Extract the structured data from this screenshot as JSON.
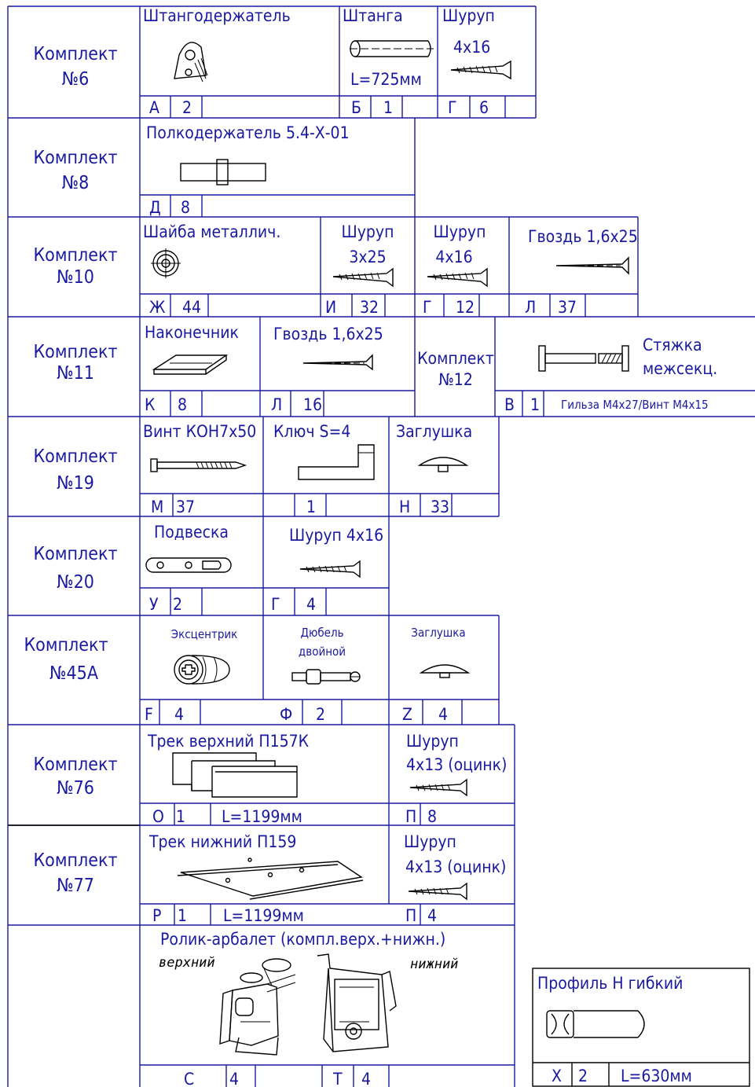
{
  "kits": [
    {
      "label": "Комплект",
      "num": "№6"
    },
    {
      "label": "Комплект",
      "num": "№8"
    },
    {
      "label": "Комплект",
      "num": "№10"
    },
    {
      "label": "Комплект",
      "num": "№11"
    },
    {
      "label": "Комплект",
      "num": "№12"
    },
    {
      "label": "Комплект",
      "num": "№19"
    },
    {
      "label": "Комплект",
      "num": "№20"
    },
    {
      "label": "Комплект",
      "num": "№45А"
    },
    {
      "label": "Комплект",
      "num": "№76"
    },
    {
      "label": "Комплект",
      "num": "№77"
    }
  ],
  "k6": {
    "holder": "Штангодержатель",
    "rod": "Штанга",
    "rod_len": "L=725мм",
    "screw": "Шуруп",
    "screw_size": "4х16",
    "a_code": "А",
    "a_qty": "2",
    "b_code": "Б",
    "b_qty": "1",
    "g_code": "Г",
    "g_qty": "6"
  },
  "k8": {
    "item": "Полкодержатель 5.4-Х-01",
    "d_code": "Д",
    "d_qty": "8"
  },
  "k10": {
    "washer": "Шайба металлич.",
    "screw1": "Шуруп",
    "screw1_size": "3х25",
    "screw2": "Шуруп",
    "screw2_size": "4х16",
    "nail": "Гвоздь 1,6х25",
    "zh_code": "Ж",
    "zh_qty": "44",
    "i_code": "И",
    "i_qty": "32",
    "g_code": "Г",
    "g_qty": "12",
    "l_code": "Л",
    "l_qty": "37"
  },
  "k11": {
    "tip": "Наконечник",
    "nail": "Гвоздь 1,6х25",
    "k_code": "К",
    "k_qty": "8",
    "l_code": "Л",
    "l_qty": "16"
  },
  "k12": {
    "item1": "Стяжка",
    "item2": "межсекц.",
    "v_code": "В",
    "v_qty": "1",
    "note": "Гильза М4х27/Винт М4х15"
  },
  "k19": {
    "bolt": "Винт КОН7х50",
    "key": "Ключ S=4",
    "plug": "Заглушка",
    "m_code": "М",
    "m_qty": "37",
    "key_qty": "1",
    "n_code": "Н",
    "n_qty": "33"
  },
  "k20": {
    "hanger": "Подвеска",
    "screw": "Шуруп 4х16",
    "u_code": "У",
    "u_qty": "2",
    "g_code": "Г",
    "g_qty": "4"
  },
  "k45": {
    "ecc": "Эксцентрик",
    "dowel1": "Дюбель",
    "dowel2": "двойной",
    "plug": "Заглушка",
    "f_code": "F",
    "f_qty": "4",
    "ph_code": "Ф",
    "ph_qty": "2",
    "z_code": "Z",
    "z_qty": "4"
  },
  "k76": {
    "track": "Трек верхний П157К",
    "screw": "Шуруп",
    "screw_size": "4х13 (оцинк)",
    "o_code": "О",
    "o_qty": "1",
    "len": "L=1199мм",
    "p_code": "П",
    "p_qty": "8"
  },
  "k77": {
    "track": "Трек нижний П159",
    "screw": "Шуруп",
    "screw_size": "4х13 (оцинк)",
    "r_code": "Р",
    "r_qty": "1",
    "len": "L=1199мм",
    "p_code": "П",
    "p_qty": "4"
  },
  "roller": {
    "title": "Ролик-арбалет (компл.верх.+нижн.)",
    "upper": "верхний",
    "lower": "нижний",
    "c_code": "С",
    "c_qty": "4",
    "t_code": "Т",
    "t_qty": "4"
  },
  "profile": {
    "title": "Профиль Н гибкий",
    "x_code": "Х",
    "x_qty": "2",
    "len": "L=630мм"
  }
}
